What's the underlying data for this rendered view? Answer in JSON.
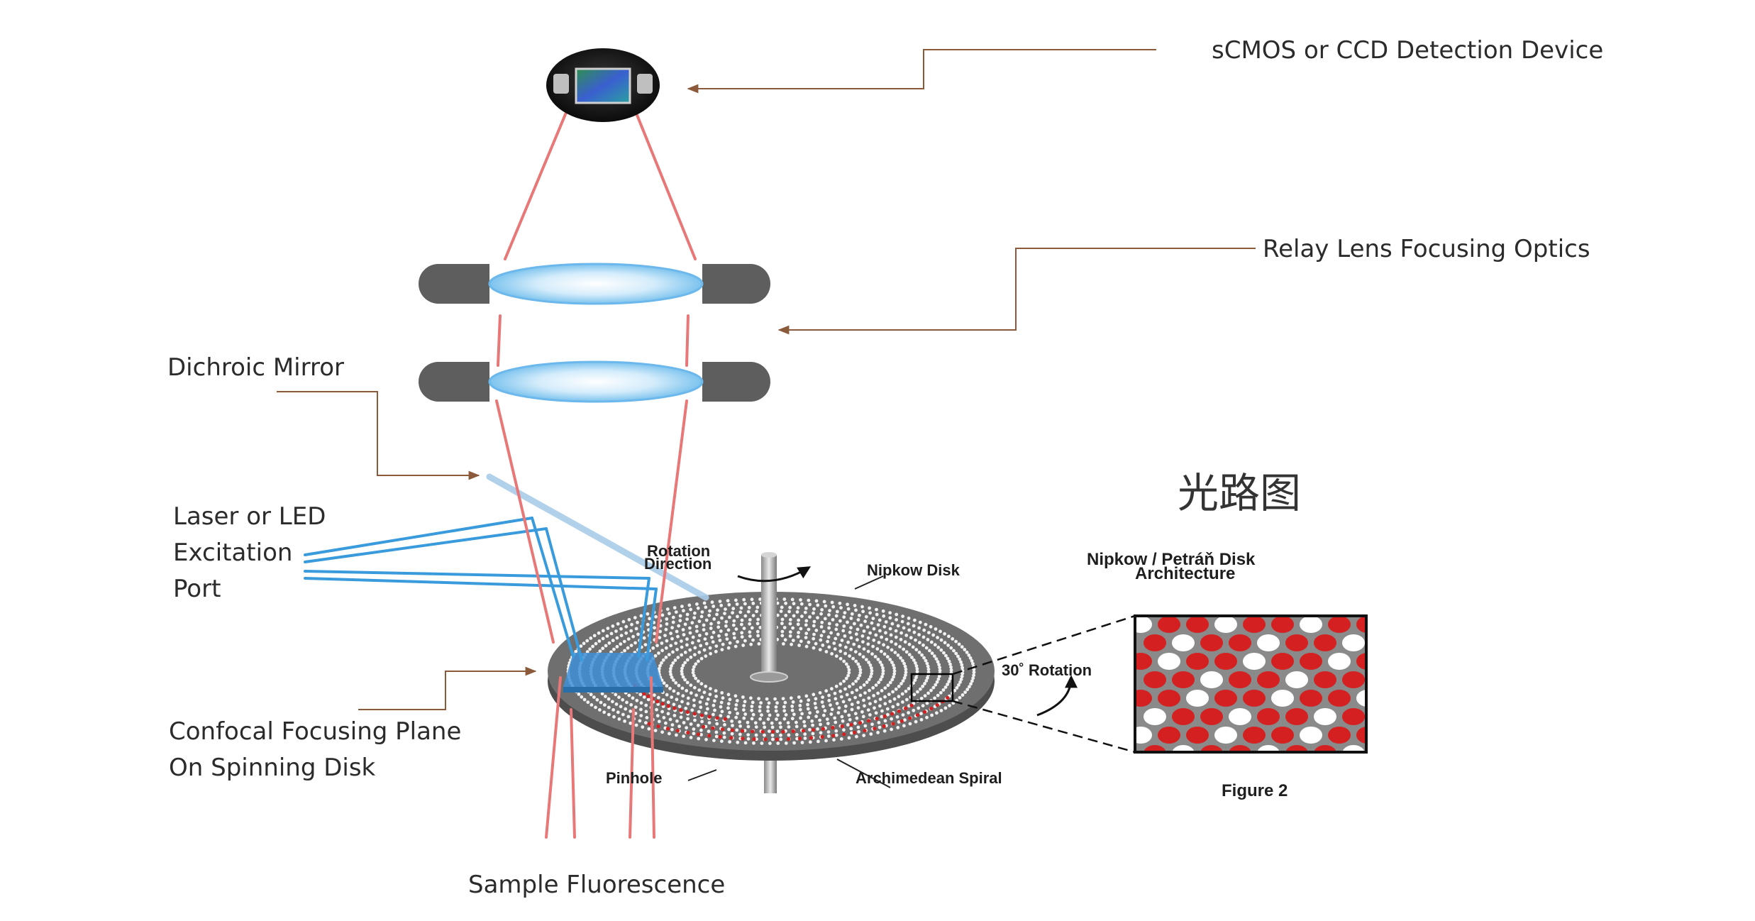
{
  "labels": {
    "detection_device": "sCMOS or CCD Detection Device",
    "relay_lens": "Relay Lens Focusing Optics",
    "dichroic_mirror": "Dichroic Mirror",
    "excitation_port_line1": "Laser or LED",
    "excitation_port_line2": "Excitation",
    "excitation_port_line3": "Port",
    "confocal_plane_line1": "Confocal Focusing Plane",
    "confocal_plane_line2": "On Spinning Disk",
    "sample_fluorescence": "Sample Fluorescence",
    "chinese_title": "光路图",
    "rotation_direction_line1": "Rotation",
    "rotation_direction_line2": "Direction",
    "nipkow_disk": "Nipkow Disk",
    "pinhole": "Pinhole",
    "archimedean_spiral": "Archimedean Spiral",
    "architecture_line1": "Nipkow / Petráň Disk",
    "architecture_line2": "Architecture",
    "rotation_30": "30˚ Rotation",
    "figure": "Figure 2"
  },
  "colors": {
    "emission": "#e87878",
    "excitation": "#3a9bdc",
    "disk": "#6f6f6f",
    "pinhole_red": "#d42020",
    "leader": "#8a5a3a",
    "lens_gray": "#5e5e5e"
  }
}
